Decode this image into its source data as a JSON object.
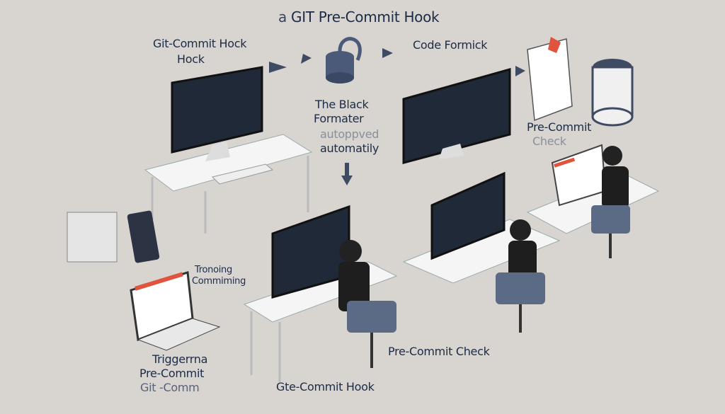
{
  "title": {
    "prefix": "a",
    "main": "GIT Pre-Commit Hook"
  },
  "labels": {
    "git_commit_hook_line1": "Git-Commit Hock",
    "git_commit_hook_line2": "Hock",
    "code_format": "Code Formick",
    "black_line1": "The Black",
    "black_line2": "Formater",
    "black_line3": "autoppved",
    "black_line4": "automatily",
    "pre_commit_top_line1": "Pre-Commit",
    "pre_commit_top_line2": "Check",
    "tronoing_line1": "Tronoing",
    "tronoing_line2": "Commiming",
    "triggering_line1": "Triggerrna",
    "triggering_line2": "Pre-Commit",
    "triggering_line3": "Git -Comm",
    "bottom_hook": "Gte-Commit Hook",
    "bottom_check": "Pre-Commit Check"
  },
  "colors": {
    "background": "#d8d5d1",
    "text": "#1c2b45",
    "screen": "#1f2937",
    "accent": "#e0533d",
    "desk": "#f4f4f4",
    "chair": "#5b6a85"
  }
}
